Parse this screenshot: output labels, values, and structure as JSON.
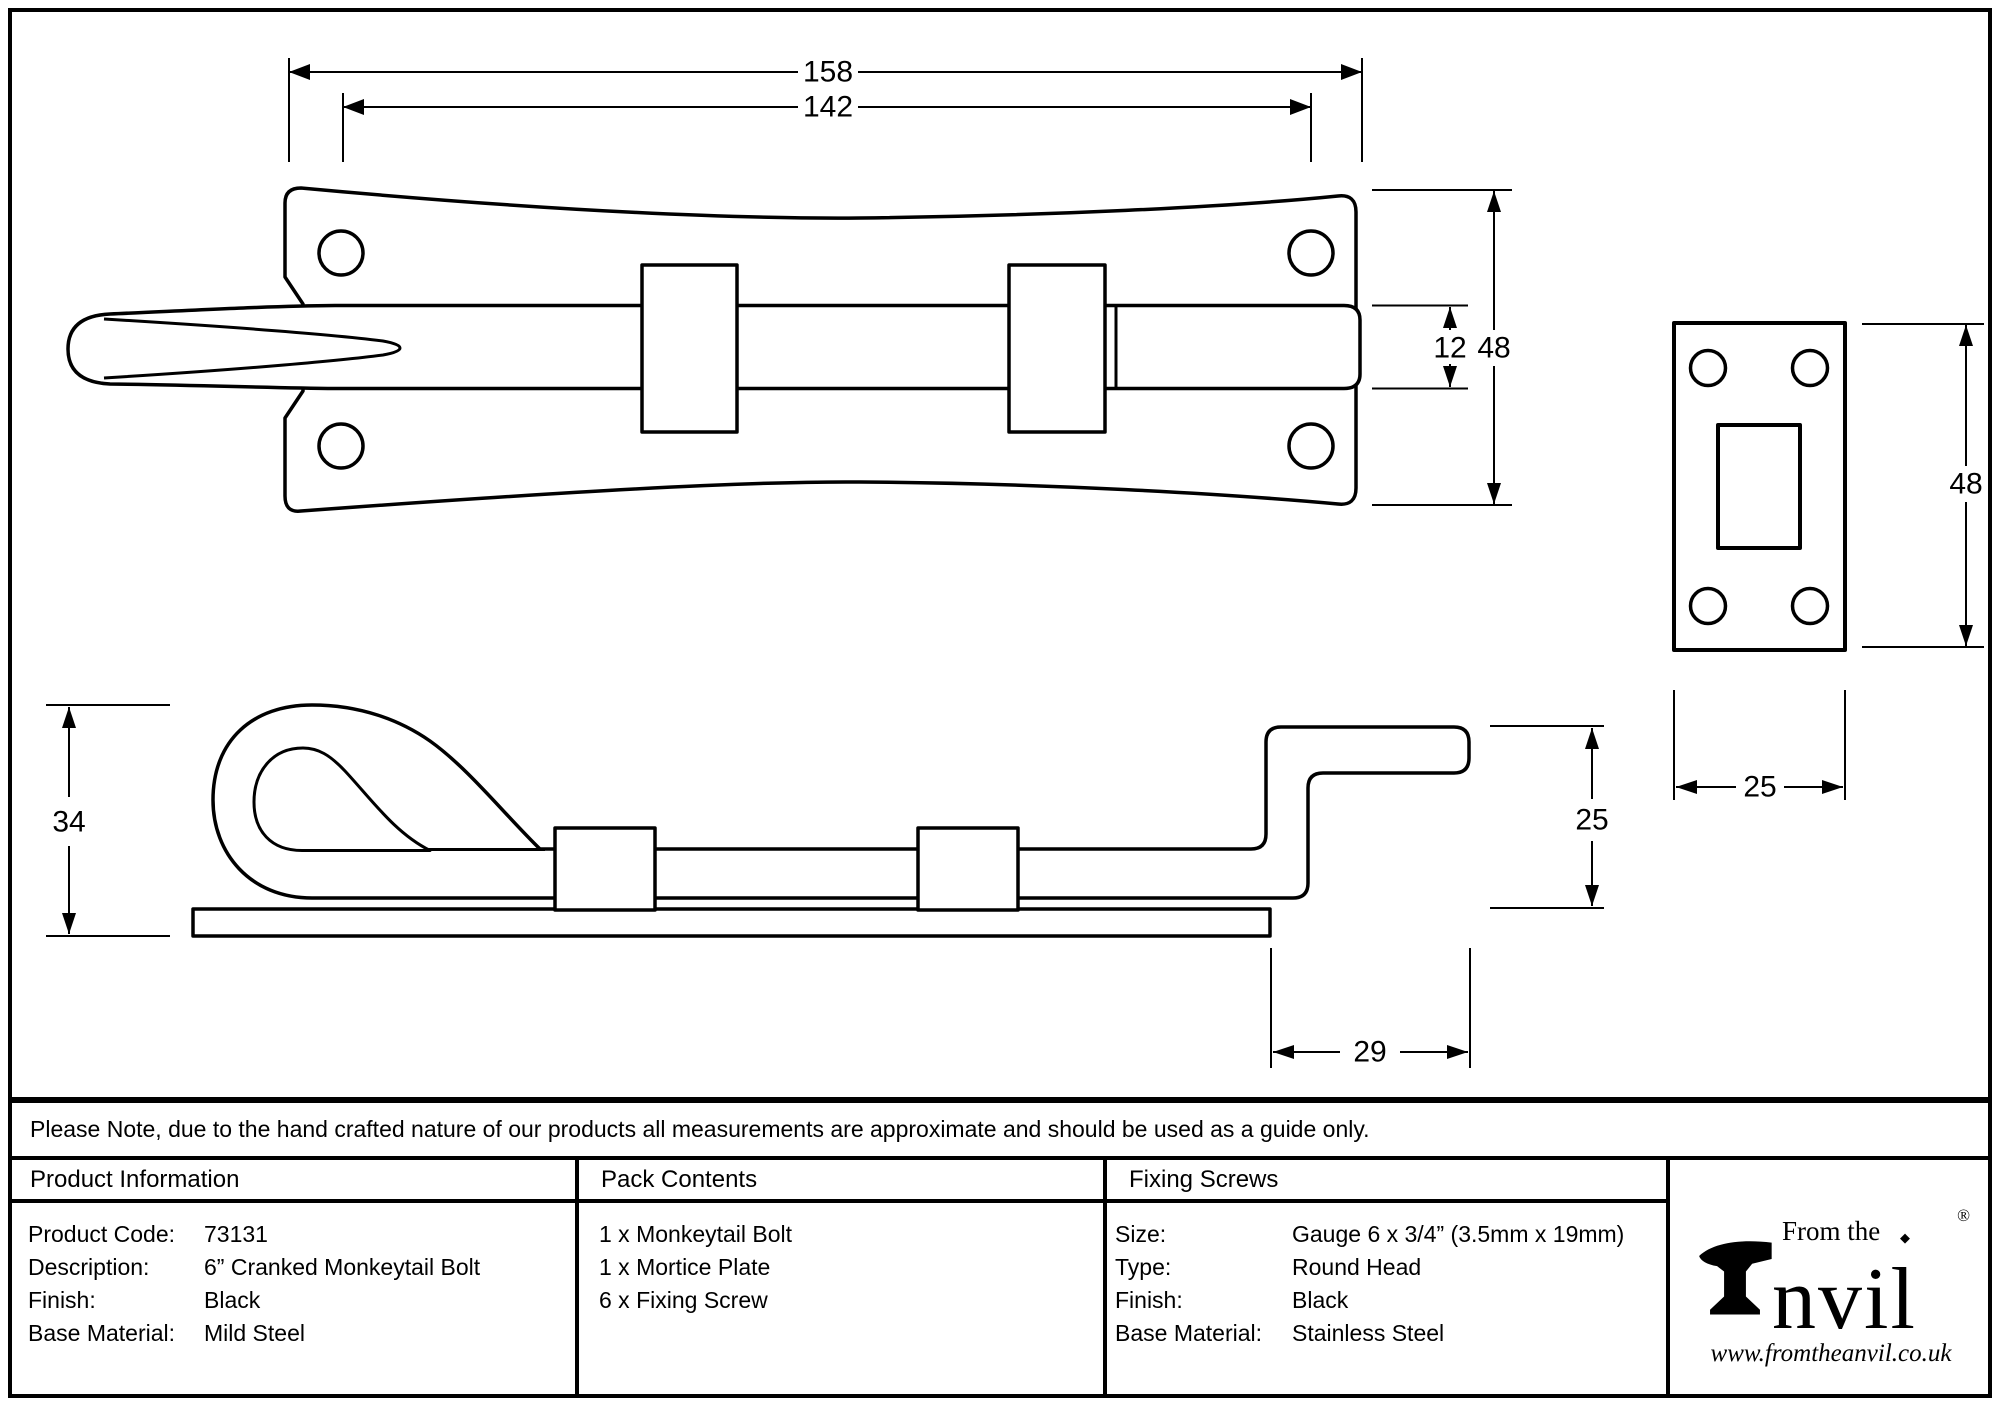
{
  "drawing": {
    "top_view": {
      "dim_overall_width": "158",
      "dim_hole_spacing": "142",
      "dim_bolt_width": "12",
      "dim_plate_height": "48"
    },
    "mortice_plate_view": {
      "dim_height": "48",
      "dim_width": "25"
    },
    "side_view": {
      "dim_end_height": "34",
      "dim_crank_height": "25",
      "dim_crank_length": "29"
    }
  },
  "note": {
    "text": "Please Note, due to the hand crafted nature of our products all measurements are approximate and should be used as a guide only."
  },
  "table": {
    "product_information": {
      "header": "Product Information",
      "rows": [
        {
          "label": "Product Code:",
          "value": "73131"
        },
        {
          "label": "Description:",
          "value": "6” Cranked Monkeytail Bolt"
        },
        {
          "label": "Finish:",
          "value": "Black"
        },
        {
          "label": "Base Material:",
          "value": "Mild Steel"
        }
      ]
    },
    "pack_contents": {
      "header": "Pack Contents",
      "items": [
        "1 x Monkeytail Bolt",
        "1 x Mortice Plate",
        "6 x Fixing Screw"
      ]
    },
    "fixing_screws": {
      "header": "Fixing Screws",
      "rows": [
        {
          "label": "Size:",
          "value": "Gauge 6 x 3/4” (3.5mm x 19mm)"
        },
        {
          "label": "Type:",
          "value": "Round Head"
        },
        {
          "label": "Finish:",
          "value": "Black"
        },
        {
          "label": "Base Material:",
          "value": "Stainless Steel"
        }
      ]
    }
  },
  "logo": {
    "prefix": "From the",
    "brand": "Anvil",
    "brand_suffix": "nvil",
    "separator": "◆",
    "registered": "®",
    "website": "www.fromtheanvil.co.uk"
  }
}
